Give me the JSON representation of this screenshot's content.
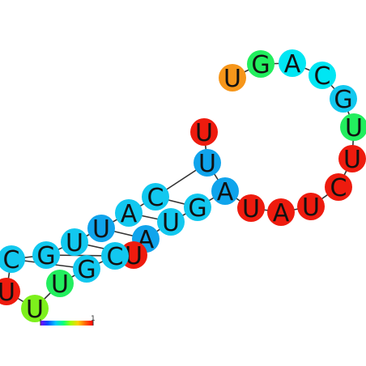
{
  "colors": {
    "red": "#ee1b0e",
    "orange": "#f6961a",
    "yellow_green": "#7df01c",
    "green": "#22ee5e",
    "cyan": "#00e6f3",
    "sky": "#12c8ef",
    "blue": "#10a4ec",
    "backbone": "#333333"
  },
  "nucleotides": [
    {
      "letter": "U",
      "color": "#f6961a"
    },
    {
      "letter": "G",
      "color": "#22ee5e"
    },
    {
      "letter": "A",
      "color": "#00e6f3"
    },
    {
      "letter": "C",
      "color": "#00e6f3"
    },
    {
      "letter": "G",
      "color": "#12c8ef"
    },
    {
      "letter": "U",
      "color": "#22ee5e"
    },
    {
      "letter": "U",
      "color": "#ee1b0e"
    },
    {
      "letter": "C",
      "color": "#ee1b0e"
    },
    {
      "letter": "U",
      "color": "#ee1b0e"
    },
    {
      "letter": "A",
      "color": "#ee1b0e"
    },
    {
      "letter": "U",
      "color": "#ee1b0e"
    },
    {
      "letter": "A",
      "color": "#10a4ec"
    },
    {
      "letter": "G",
      "color": "#12c8ef"
    },
    {
      "letter": "U",
      "color": "#12c8ef"
    },
    {
      "letter": "A",
      "color": "#10a4ec"
    },
    {
      "letter": "U",
      "color": "#ee1b0e"
    },
    {
      "letter": "C",
      "color": "#12c8ef"
    },
    {
      "letter": "G",
      "color": "#12c8ef"
    },
    {
      "letter": "U",
      "color": "#22ee5e"
    },
    {
      "letter": "U",
      "color": "#7df01c"
    },
    {
      "letter": "U",
      "color": "#ee1b0e"
    },
    {
      "letter": "C",
      "color": "#12c8ef"
    },
    {
      "letter": "G",
      "color": "#12c8ef"
    },
    {
      "letter": "U",
      "color": "#12c8ef"
    },
    {
      "letter": "U",
      "color": "#10a4ec"
    },
    {
      "letter": "A",
      "color": "#12c8ef"
    },
    {
      "letter": "C",
      "color": "#12c8ef"
    },
    {
      "letter": "U",
      "color": "#10a4ec"
    },
    {
      "letter": "U",
      "color": "#ee1b0e"
    }
  ],
  "scale": {
    "max_label": "1",
    "gradient": [
      "#7d00ff",
      "#0050ff",
      "#00c8ff",
      "#00ff80",
      "#a0ff00",
      "#ffd000",
      "#ff6000",
      "#ff0000"
    ]
  }
}
